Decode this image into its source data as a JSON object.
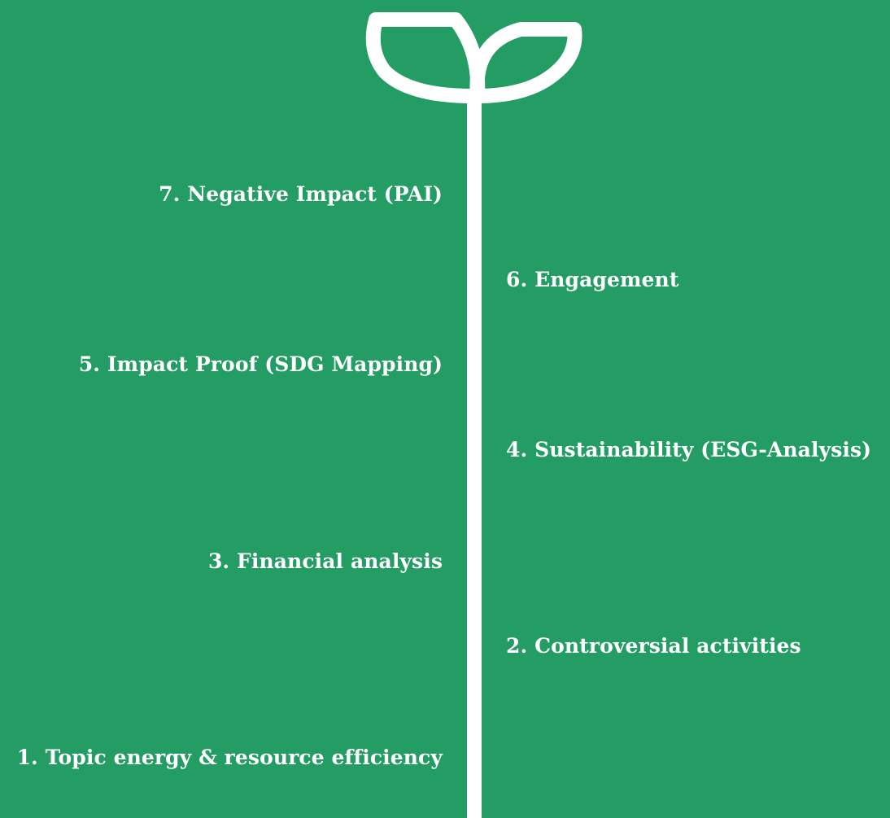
{
  "steps": [
    {
      "label": "1. Topic energy & resource efficiency",
      "side": "left"
    },
    {
      "label": "2. Controversial activities",
      "side": "right"
    },
    {
      "label": "3. Financial analysis",
      "side": "left"
    },
    {
      "label": "4. Sustainability  (ESG-Analysis)",
      "side": "right"
    },
    {
      "label": "5. Impact Proof (SDG Mapping)",
      "side": "left"
    },
    {
      "label": "6. Engagement",
      "side": "right"
    },
    {
      "label": "7. Negative Impact (PAI)",
      "side": "left"
    }
  ],
  "colors": {
    "background": "#239d64",
    "foreground": "#ffffff"
  },
  "icons": {
    "plant": "sprout-icon"
  }
}
